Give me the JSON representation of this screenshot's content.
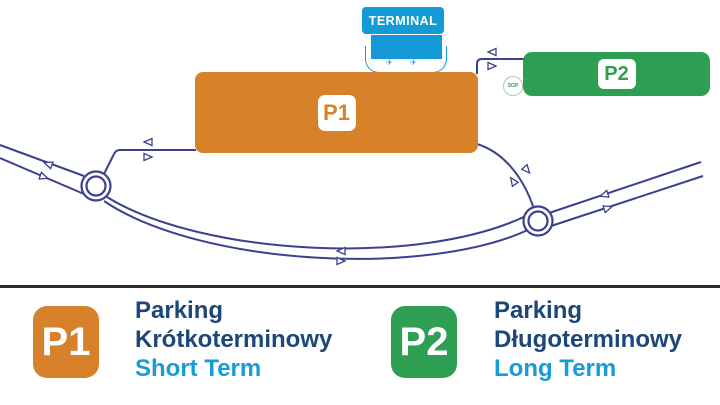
{
  "map": {
    "terminal_label": "TERMINAL",
    "p1_badge": "P1",
    "p2_badge": "P2",
    "sop_badge": "SOP",
    "gate_icon": "✈"
  },
  "legend": {
    "items": [
      {
        "badge": "P1",
        "line1": "Parking",
        "line2": "Krótkoterminowy",
        "line3": "Short Term"
      },
      {
        "badge": "P2",
        "line1": "Parking",
        "line2": "Długoterminowy",
        "line3": "Long Term"
      }
    ]
  },
  "colors": {
    "p1_orange": "#D8812B",
    "p2_green": "#2E9E53",
    "terminal_blue": "#149BD7",
    "road_navy": "#3A418E",
    "text_navy": "#1D4679",
    "text_light_blue": "#189CD8",
    "divider": "#2B2B2B"
  }
}
